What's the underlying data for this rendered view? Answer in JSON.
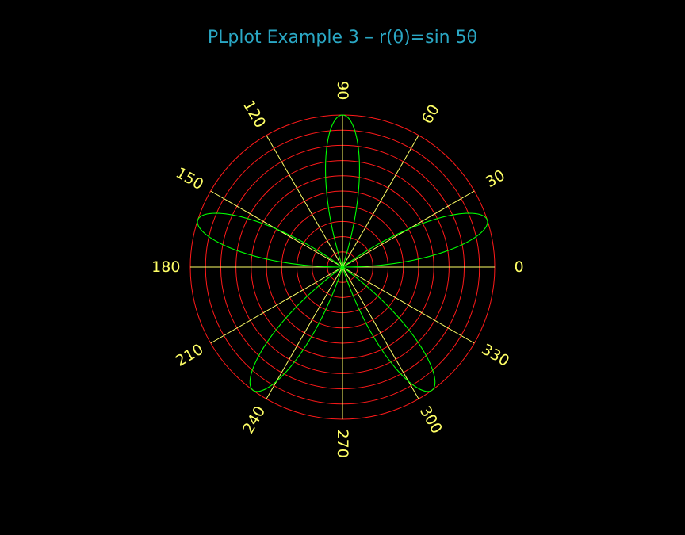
{
  "chart_data": {
    "type": "polar-line",
    "title": "PLplot Example 3 – r(θ)=sin 5θ",
    "function": "r(θ) = sin 5θ",
    "r_range": [
      0,
      1
    ],
    "radial_circles": [
      0.1,
      0.2,
      0.3,
      0.4,
      0.5,
      0.6,
      0.7,
      0.8,
      0.9,
      1.0
    ],
    "angle_ticks": [
      0,
      30,
      60,
      90,
      120,
      150,
      180,
      210,
      240,
      270,
      300,
      330
    ],
    "angle_labels": [
      "0",
      "30",
      "60",
      "90",
      "120",
      "150",
      "180",
      "210",
      "240",
      "270",
      "300",
      "330"
    ],
    "series": [
      {
        "theta_deg": [
          0,
          18,
          36,
          54,
          72,
          90,
          108,
          126,
          144,
          162,
          180,
          198,
          216,
          234,
          252,
          270,
          288,
          306,
          324,
          342,
          360
        ],
        "r": [
          0.0,
          1.0,
          0.0,
          -1.0,
          0.0,
          1.0,
          0.0,
          -1.0,
          0.0,
          1.0,
          0.0,
          -1.0,
          0.0,
          1.0,
          0.0,
          -1.0,
          0.0,
          1.0,
          0.0,
          -1.0,
          0.0
        ]
      }
    ],
    "grid": true,
    "colors": {
      "background": "#000000",
      "title": "#2aa7c4",
      "circles": "#ff1a1a",
      "spokes": "#ffff66",
      "labels": "#ffff66",
      "curve": "#00ff00"
    }
  }
}
